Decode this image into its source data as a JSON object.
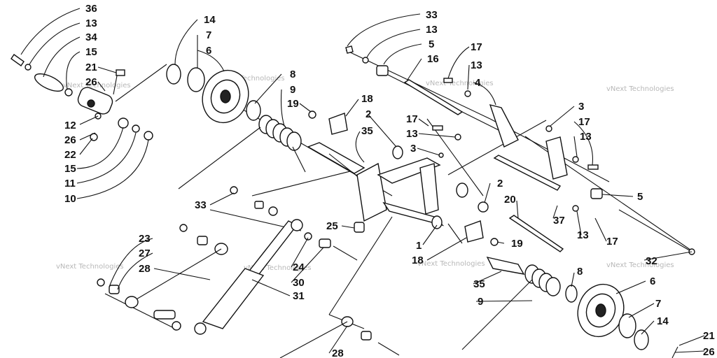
{
  "watermark": "vNext Technologies",
  "callouts": {
    "c36": "36",
    "c13a": "13",
    "c34": "34",
    "c15a": "15",
    "c21a": "21",
    "c26a": "26",
    "c12": "12",
    "c26b": "26",
    "c22": "22",
    "c15b": "15",
    "c11": "11",
    "c10": "10",
    "c14a": "14",
    "c7a": "7",
    "c6a": "6",
    "c8a": "8",
    "c9a": "9",
    "c19a": "19",
    "c18a": "18",
    "c35a": "35",
    "c2a": "2",
    "c3a": "3",
    "c17a": "17",
    "c13b": "13",
    "c33a": "33",
    "c13c": "13",
    "c5a": "5",
    "c16": "16",
    "c17b": "17",
    "c13d": "13",
    "c4": "4",
    "c3b": "3",
    "c17c": "17",
    "c13e": "13",
    "c5b": "5",
    "c2b": "2",
    "c20": "20",
    "c37": "37",
    "c13f": "13",
    "c17d": "17",
    "c19b": "19",
    "c32": "32",
    "c33b": "33",
    "c25": "25",
    "c1": "1",
    "c18b": "18",
    "c23": "23",
    "c27": "27",
    "c28a": "28",
    "c24": "24",
    "c30": "30",
    "c31": "31",
    "c35b": "35",
    "c9b": "9",
    "c8b": "8",
    "c6b": "6",
    "c7b": "7",
    "c14b": "14",
    "c28b": "28",
    "c21b": "21",
    "c26c": "26"
  }
}
